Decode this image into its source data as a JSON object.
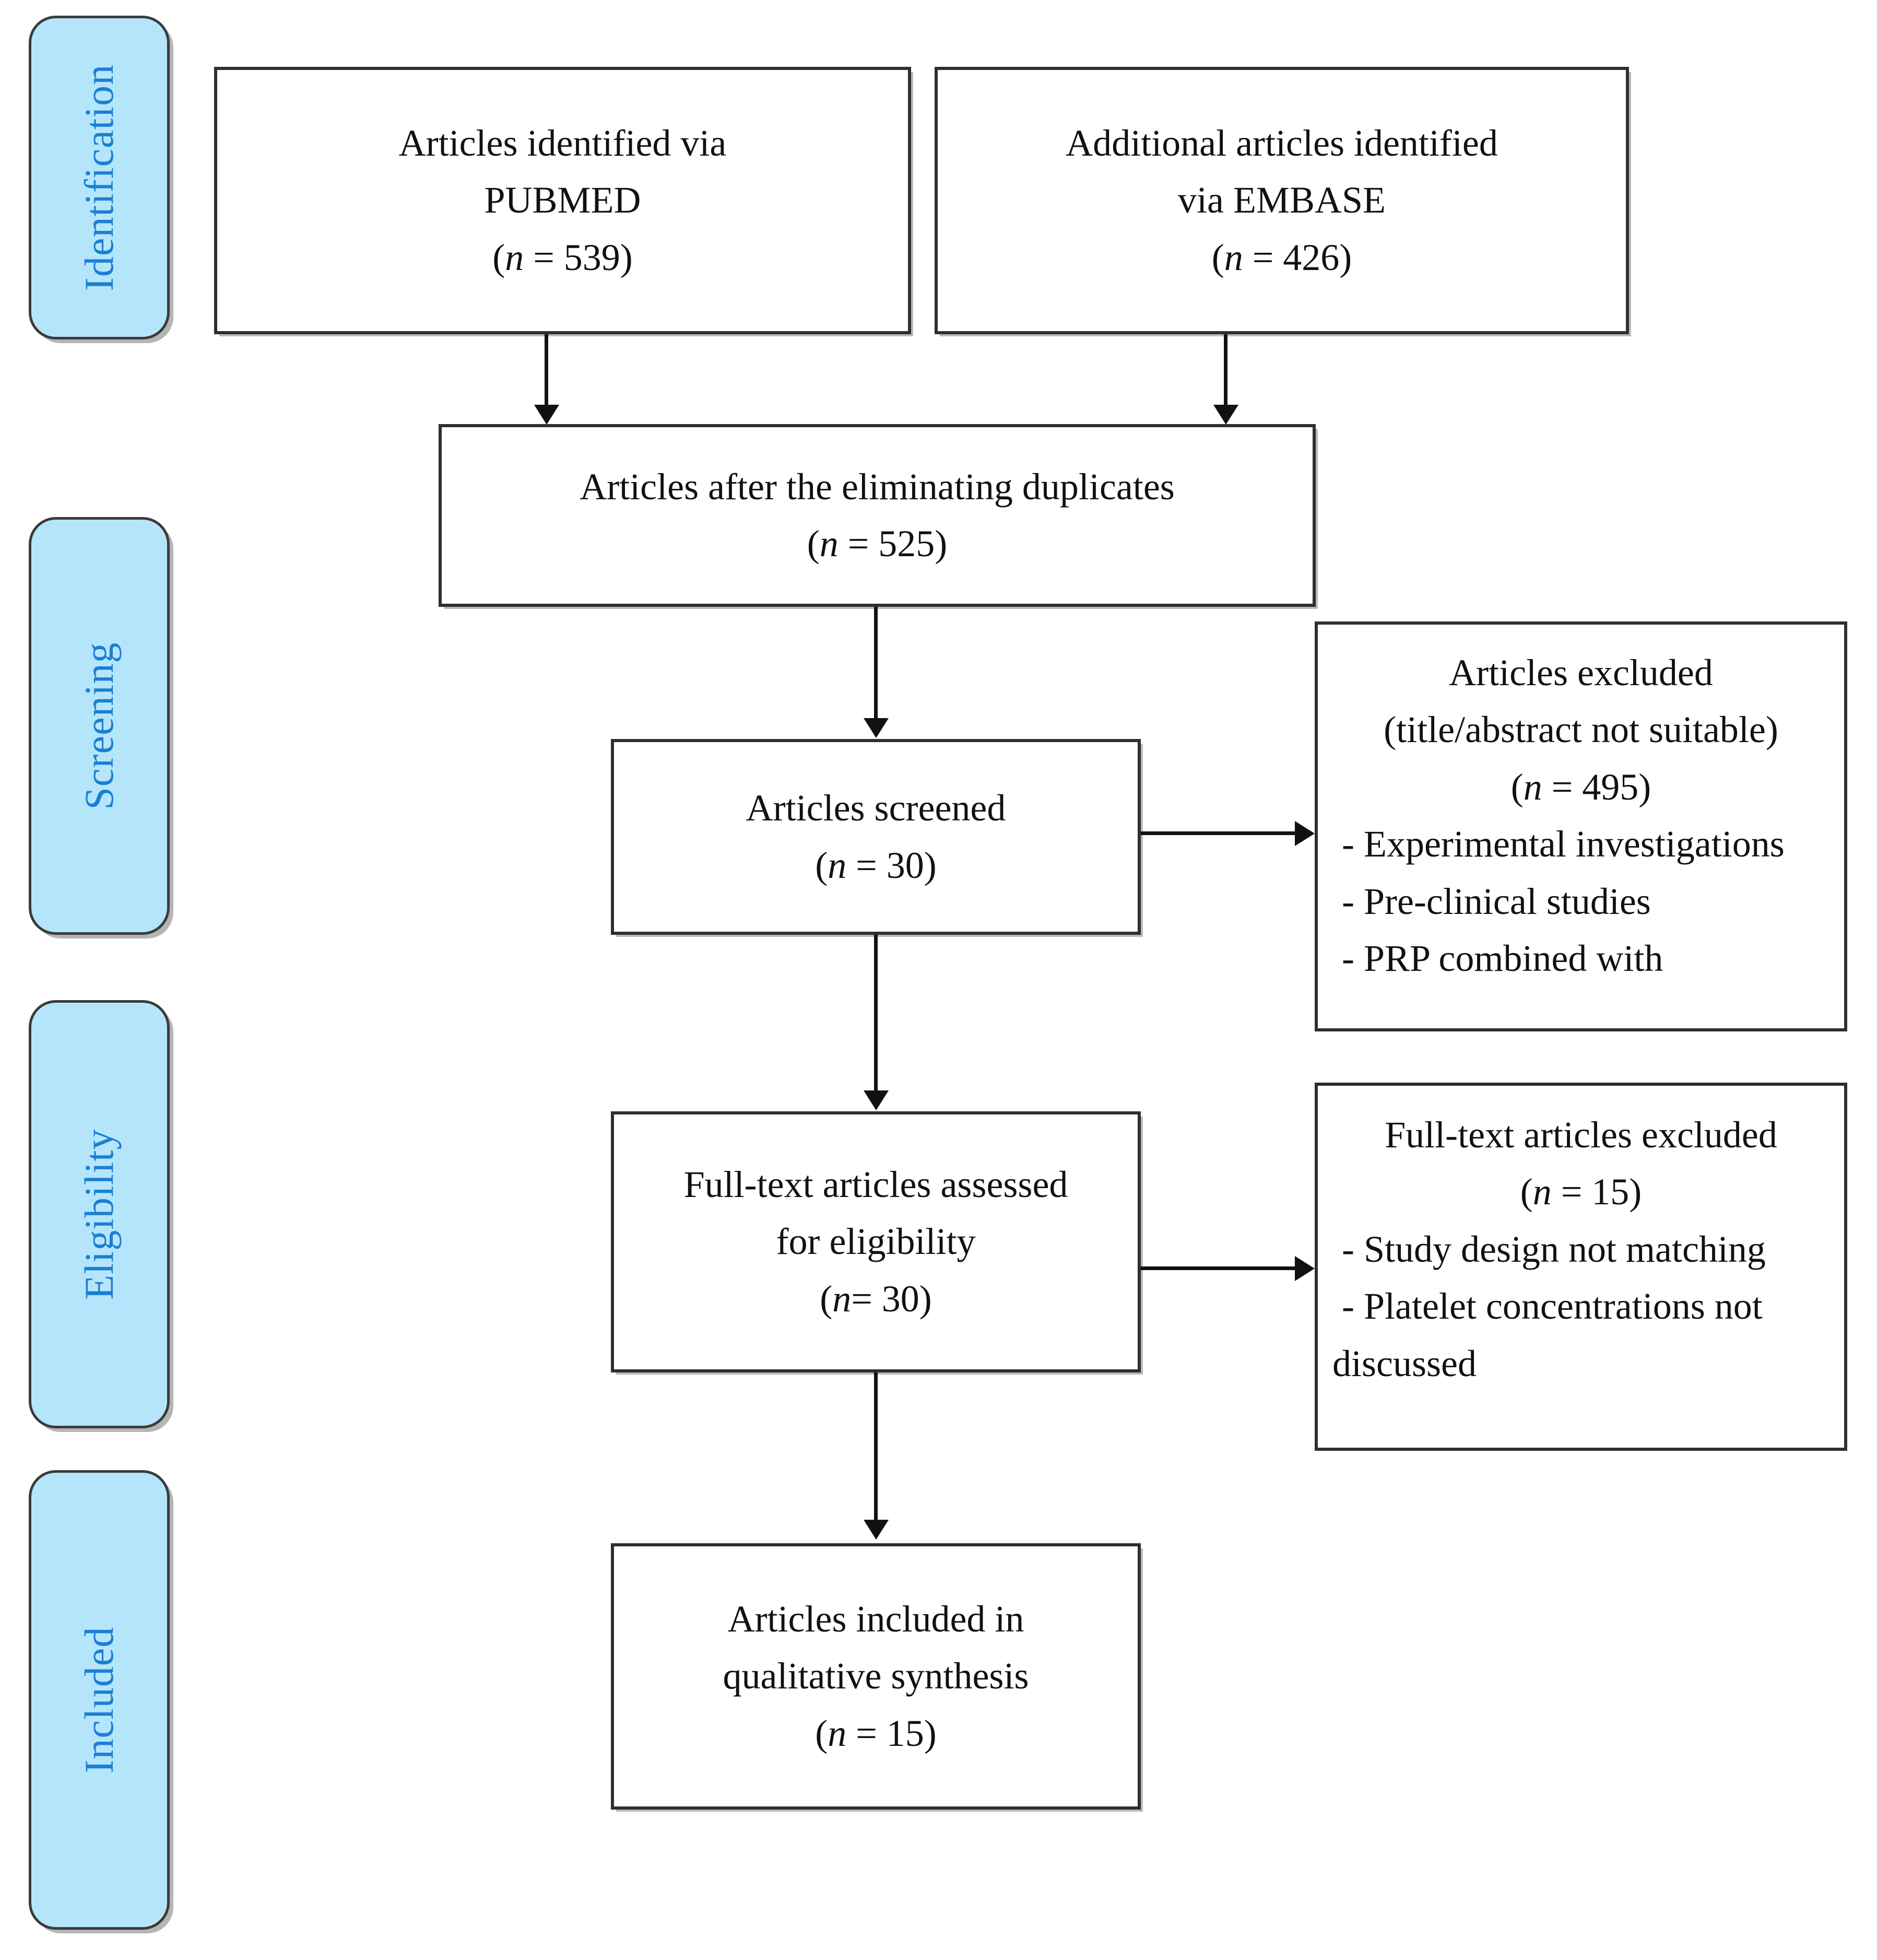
{
  "diagram": {
    "type": "prisma-flow-diagram",
    "accent_color": "#b5e5fb",
    "label_color": "#1b7fd4",
    "border_color": "#2f2f2f"
  },
  "stages": [
    {
      "id": "identification",
      "label": "Identification"
    },
    {
      "id": "screening",
      "label": "Screening"
    },
    {
      "id": "eligibility",
      "label": "Eligibility"
    },
    {
      "id": "included",
      "label": "Included"
    }
  ],
  "boxes": {
    "pubmed": {
      "line1": "Articles identified via",
      "line2": "PUBMED",
      "count_open": "(",
      "count_n": "n",
      "count_eq": " = 539)"
    },
    "embase": {
      "line1": "Additional articles identified",
      "line2": "via EMBASE",
      "count_open": "(",
      "count_n": "n",
      "count_eq": " = 426)"
    },
    "duplicates": {
      "line1": "Articles after the eliminating duplicates",
      "count_open": "(",
      "count_n": "n",
      "count_eq": " = 525)"
    },
    "screened": {
      "line1": "Articles screened",
      "count_open": "(",
      "count_n": "n",
      "count_eq": " = 30)"
    },
    "excluded_screen": {
      "line1": "Articles excluded",
      "line2": "(title/abstract not suitable)",
      "count_open": "(",
      "count_n": "n",
      "count_eq": " = 495)",
      "bullets": [
        "- Experimental investigations",
        "- Pre-clinical studies",
        "- PRP combined with"
      ]
    },
    "fulltext": {
      "line1": "Full-text articles assessed",
      "line2": "for eligibility",
      "count_open": "(",
      "count_n": "n",
      "count_eq": "= 30)"
    },
    "excluded_fulltext": {
      "line1": "Full-text articles excluded",
      "count_open": "(",
      "count_n": "n",
      "count_eq": " = 15)",
      "bullets": [
        "- Study design not matching",
        "- Platelet concentrations not"
      ],
      "wrap": "discussed"
    },
    "included": {
      "line1": "Articles included in",
      "line2": "qualitative synthesis",
      "count_open": "(",
      "count_n": "n",
      "count_eq": " = 15)"
    }
  }
}
